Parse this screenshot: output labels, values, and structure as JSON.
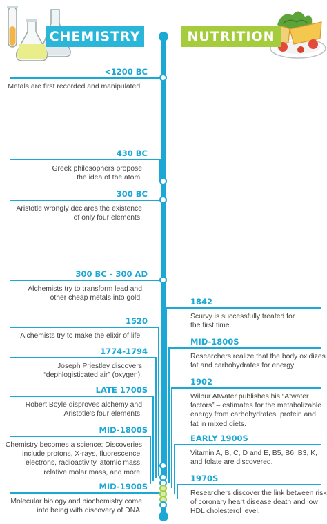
{
  "header": {
    "chemistry_label": "CHEMISTRY",
    "nutrition_label": "NUTRITION"
  },
  "colors": {
    "timeline": "#1ba8d4",
    "chemistry_banner": "#29b6d9",
    "nutrition_banner": "#a5cc3c",
    "text": "#444444"
  },
  "chemistry_events": [
    {
      "date": "<1200 BC",
      "text": "Metals are first recorded and manipulated."
    },
    {
      "date": "430 BC",
      "text": "Greek philosophers propose\nthe idea of the atom."
    },
    {
      "date": "300 BC",
      "text": "Aristotle wrongly declares the existence\nof only four elements."
    },
    {
      "date": "300 BC - 300 AD",
      "text": "Alchemists try to transform lead and\nother cheap metals into gold."
    },
    {
      "date": "1520",
      "text": "Alchemists try to make the elixir of life."
    },
    {
      "date": "1774-1794",
      "text": "Joseph Priestley discovers\n“dephlogisticated air” (oxygen)."
    },
    {
      "date": "LATE 1700S",
      "text": "Robert Boyle disproves alchemy and\nAristotle's four elements."
    },
    {
      "date": "MID-1800S",
      "text": "Chemistry becomes a science: Discoveries\ninclude protons, X-rays, fluorescence,\nelectrons, radioactivity, atomic mass,\nrelative molar mass, and more."
    },
    {
      "date": "MID-1900S",
      "text": "Molecular biology and biochemistry come\ninto being with discovery of DNA."
    }
  ],
  "nutrition_events": [
    {
      "date": "1842",
      "text": "Scurvy is successfully treated for\nthe first time."
    },
    {
      "date": "MID-1800S",
      "text": "Researchers realize that the body oxidizes\nfat and carbohydrates for energy."
    },
    {
      "date": "1902",
      "text": "Wilbur Atwater publishes his “Atwater\nfactors” – estimates for the metabolizable\nenergy from carbohydrates, protein and\nfat in mixed diets."
    },
    {
      "date": "EARLY 1900S",
      "text": "Vitamin A, B, C, D and E, B5, B6, B3, K,\nand folate are discovered."
    },
    {
      "date": "1970S",
      "text": "Researchers discover the link between risk\nof coronary heart disease death and low\nHDL cholesterol level."
    }
  ]
}
